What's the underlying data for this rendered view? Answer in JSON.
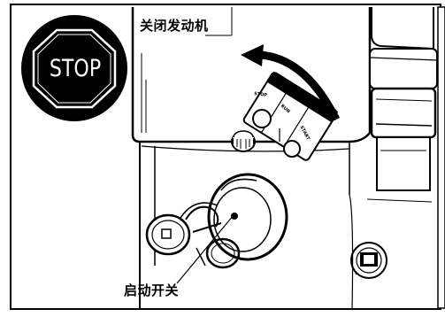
{
  "figure": {
    "callouts": {
      "stop_engine": "关闭发动机",
      "start_switch": "启动开关"
    },
    "stop_sign": {
      "text": "STOP"
    },
    "key_switch_positions": {
      "stop": "STOP",
      "run": "RUN",
      "start": "START"
    }
  }
}
